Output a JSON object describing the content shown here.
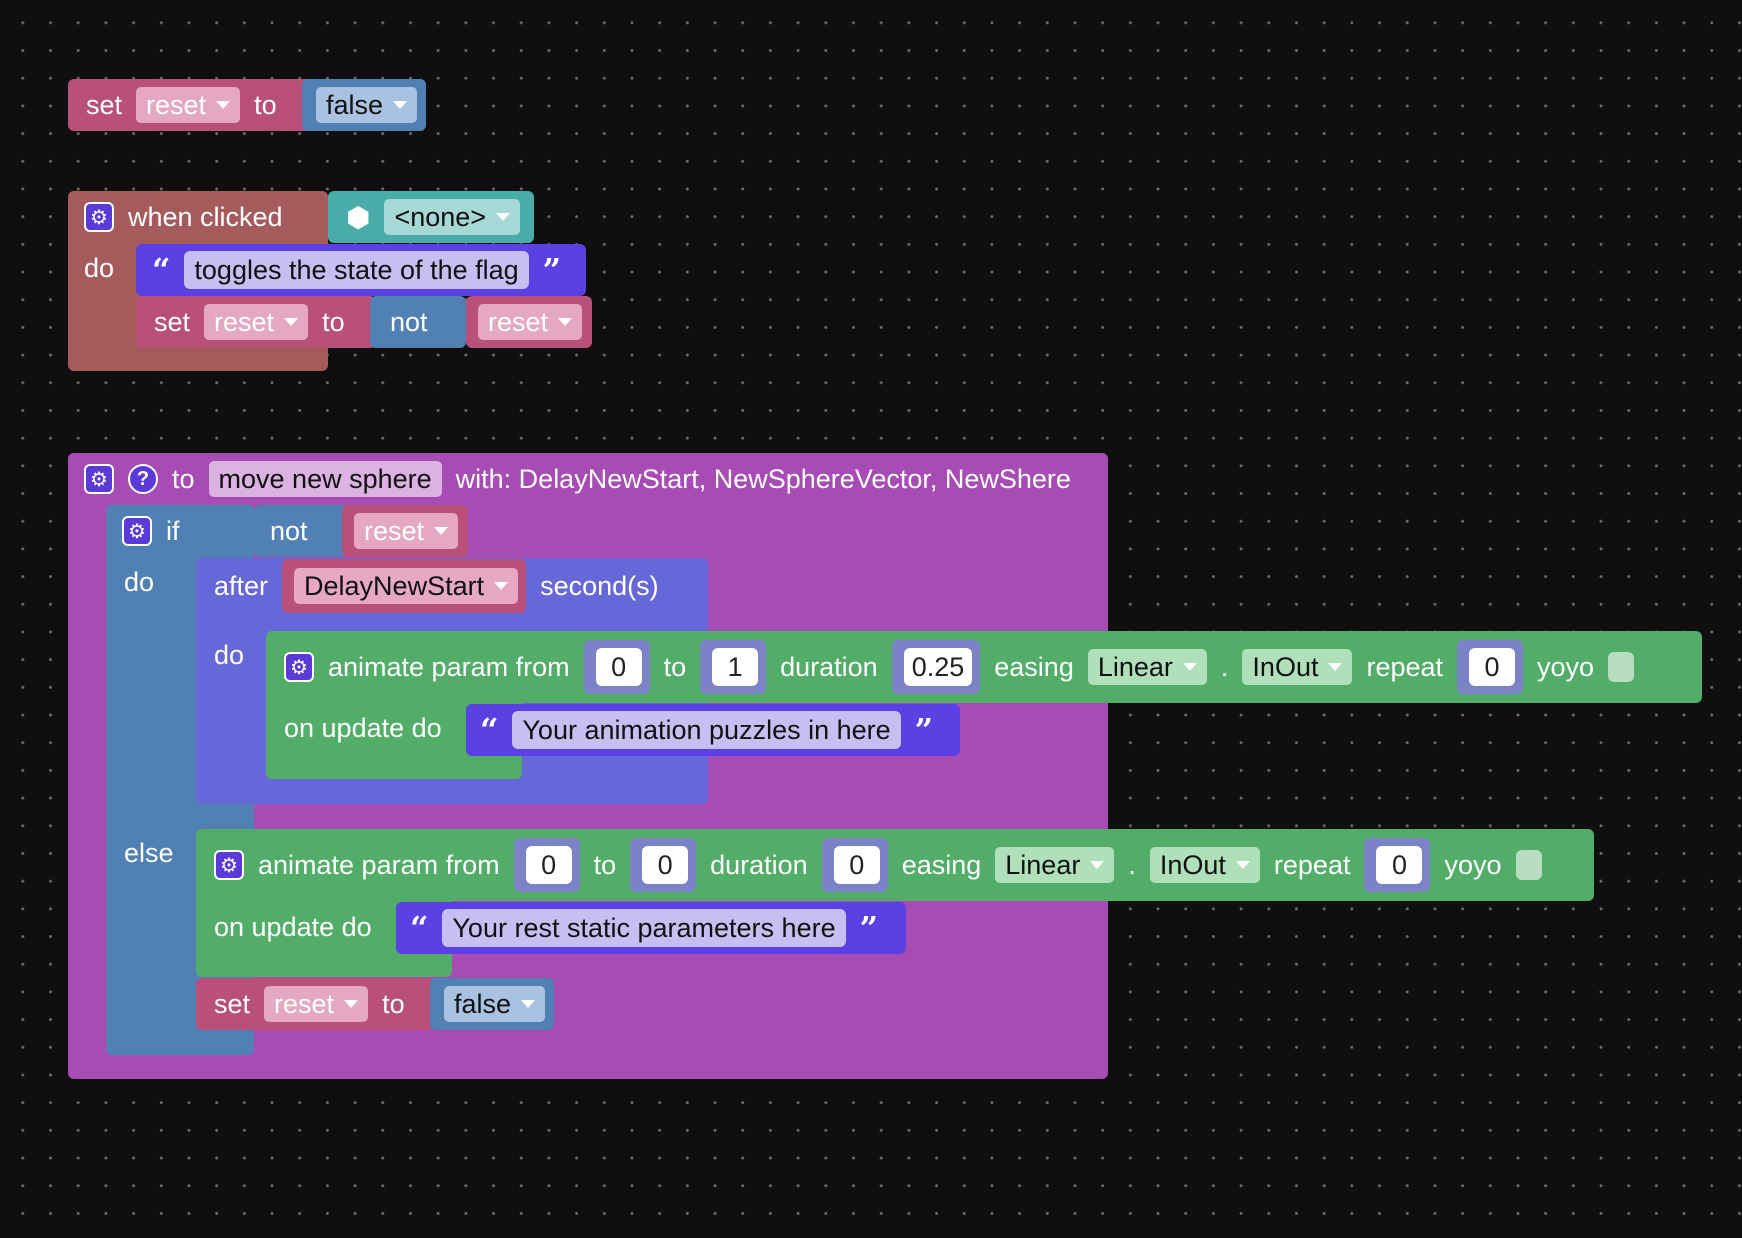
{
  "colors": {
    "variable": "#b8507a",
    "logic": "#5080b4",
    "event": "#a55b5b",
    "procedure": "#a74bb5",
    "timer": "#6667d9",
    "animation": "#52ad68",
    "comment": "#5b40e4",
    "object": "#4aaca8"
  },
  "block1": {
    "set": "set",
    "var": "reset",
    "to": "to",
    "value": "false"
  },
  "block2": {
    "title": "when clicked",
    "object": "<none>",
    "do": "do",
    "comment": "toggles the state of the flag",
    "set": "set",
    "var": "reset",
    "to": "to",
    "not": "not",
    "var2": "reset"
  },
  "block3": {
    "to": "to",
    "name": "move new sphere",
    "params": "with: DelayNewStart, NewSphereVector, NewShere",
    "if": "if",
    "not": "not",
    "cond_var": "reset",
    "do": "do",
    "else": "else",
    "after": {
      "label": "after",
      "var": "DelayNewStart",
      "unit": "second(s)",
      "do": "do"
    },
    "anim1": {
      "label": "animate param from",
      "from": "0",
      "to_label": "to",
      "to": "1",
      "duration_label": "duration",
      "duration": "0.25",
      "easing_label": "easing",
      "easing": "Linear",
      "dot": ".",
      "inout": "InOut",
      "repeat_label": "repeat",
      "repeat": "0",
      "yoyo_label": "yoyo",
      "update_label": "on update do",
      "comment": "Your animation puzzles in here"
    },
    "anim2": {
      "label": "animate param from",
      "from": "0",
      "to_label": "to",
      "to": "0",
      "duration_label": "duration",
      "duration": "0",
      "easing_label": "easing",
      "easing": "Linear",
      "dot": ".",
      "inout": "InOut",
      "repeat_label": "repeat",
      "repeat": "0",
      "yoyo_label": "yoyo",
      "update_label": "on update do",
      "comment": "Your rest static parameters here"
    },
    "set": {
      "set": "set",
      "var": "reset",
      "to": "to",
      "value": "false"
    }
  }
}
